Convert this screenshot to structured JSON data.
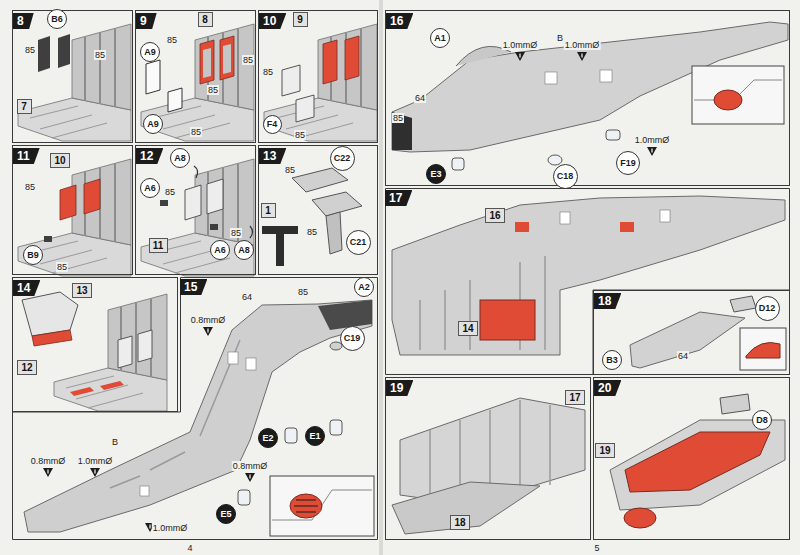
{
  "diagram": {
    "nodes": [
      {
        "text": [
          "8"
        ]
      },
      {
        "text": [
          "B6"
        ],
        "in": 0
      },
      {
        "text": [
          "7"
        ],
        "in": 0
      },
      {
        "text": [
          "9"
        ]
      },
      {
        "text": [
          "A9"
        ],
        "in": 3
      },
      {
        "text": [
          "8"
        ],
        "in": 3
      },
      {
        "text": [
          "A9"
        ],
        "in": 3
      },
      {
        "text": [
          "10"
        ]
      },
      {
        "text": [
          "9"
        ],
        "in": 7
      },
      {
        "text": [
          "F4"
        ],
        "in": 7
      },
      {
        "text": [
          "11"
        ]
      },
      {
        "text": [
          "10"
        ],
        "in": 10
      },
      {
        "text": [
          "B9"
        ],
        "in": 10
      },
      {
        "text": [
          "12"
        ]
      },
      {
        "text": [
          "A8"
        ],
        "in": 13
      },
      {
        "text": [
          "A6"
        ],
        "in": 13
      },
      {
        "text": [
          "11"
        ],
        "in": 13
      },
      {
        "text": [
          "A6"
        ],
        "in": 13
      },
      {
        "text": [
          "A8"
        ],
        "in": 13
      },
      {
        "text": [
          "13"
        ]
      },
      {
        "text": [
          "C22"
        ],
        "in": 19
      },
      {
        "text": [
          "1"
        ],
        "in": 19
      },
      {
        "text": [
          "C21"
        ],
        "in": 19
      },
      {
        "text": [
          "14"
        ]
      },
      {
        "text": [
          "13"
        ],
        "in": 23
      },
      {
        "text": [
          "12"
        ],
        "in": 23
      },
      {
        "text": [
          "15"
        ]
      },
      {
        "text": [
          "A2"
        ],
        "in": 26
      },
      {
        "text": [
          "C19"
        ],
        "in": 26
      },
      {
        "text": [
          "E2"
        ],
        "in": 26
      },
      {
        "text": [
          "E1"
        ],
        "in": 26
      },
      {
        "text": [
          "E5"
        ],
        "in": 26
      },
      {
        "text": [
          "16"
        ]
      },
      {
        "text": [
          "A1"
        ],
        "in": 32
      },
      {
        "text": [
          "F19"
        ],
        "in": 32
      },
      {
        "text": [
          "C18"
        ],
        "in": 32
      },
      {
        "text": [
          "E3"
        ],
        "in": 32
      },
      {
        "text": [
          "17"
        ]
      },
      {
        "text": [
          "16"
        ],
        "in": 37
      },
      {
        "text": [
          "14"
        ],
        "in": 37
      },
      {
        "text": [
          "18"
        ]
      },
      {
        "text": [
          "D12"
        ],
        "in": 40
      },
      {
        "text": [
          "B3"
        ],
        "in": 40
      },
      {
        "text": [
          "19"
        ]
      },
      {
        "text": [
          "17"
        ],
        "in": 43
      },
      {
        "text": [
          "18"
        ],
        "in": 43
      },
      {
        "text": [
          "20"
        ]
      },
      {
        "text": [
          "19"
        ],
        "in": 46
      },
      {
        "text": [
          "D8"
        ],
        "in": 46
      }
    ],
    "labels": [
      "85",
      "85",
      "85",
      "85",
      "85",
      "85",
      "85",
      "85",
      "85",
      "85",
      "85",
      "85",
      "85",
      "85",
      "64",
      "85",
      "0.8mmØ",
      "B",
      "0.8mmØ",
      "1.0mmØ",
      "0.8mmØ",
      "1.0mmØ",
      "4",
      "1.0mmØ",
      "B",
      "1.0mmØ",
      "64",
      "85",
      "1.0mmØ",
      "64",
      "5"
    ]
  }
}
